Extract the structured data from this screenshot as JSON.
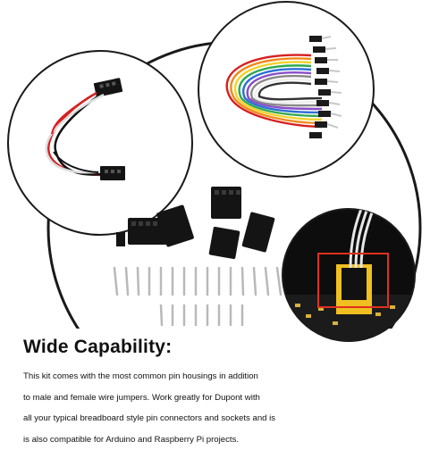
{
  "heading": "Wide Capability:",
  "description_lines": [
    "This kit comes with the most common pin housings in addition",
    "to male and female wire jumpers. Work greatly for Dupont with",
    "all your typical breadboard style pin connectors and sockets and is",
    "is also compatible for Arduino and Raspberry Pi projects."
  ],
  "colors": {
    "background": "#ffffff",
    "outline": "#1a1a1a",
    "connector_black": "#141414",
    "pin_silver": "#c8c8c8",
    "highlight_box": "#e0301e",
    "wire_red": "#d62020",
    "wire_yellow": "#f2d22a",
    "wire_green": "#2fa84f",
    "wire_blue": "#2b6fd6",
    "wire_orange": "#f08a1c",
    "wire_purple": "#8a4ec8"
  },
  "icons": [
    "twisted-3pin-cable",
    "rainbow-jumper-wire-bundle",
    "dupont-housing-set",
    "crimp-pin-set",
    "board-closeup"
  ]
}
